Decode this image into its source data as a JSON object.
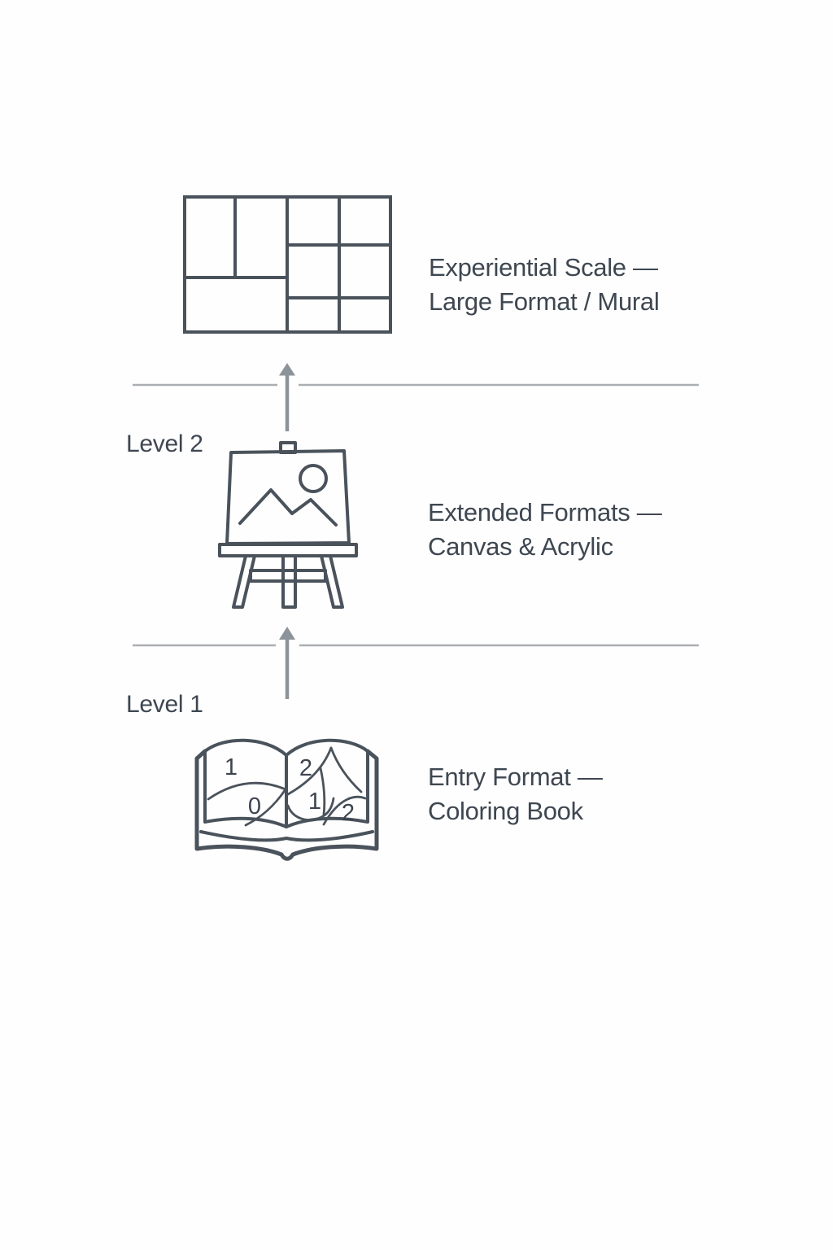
{
  "diagram": {
    "background": "#fefefe",
    "colors": {
      "icon_stroke": "#4a525b",
      "caption_text": "#3e4751",
      "arrow": "#8d939b",
      "divider_line": "#abaeb3"
    },
    "levels": [
      {
        "icon": "mural-grid-icon",
        "caption_line1": "Experiential Scale —",
        "caption_line2": "Large Format / Mural"
      },
      {
        "level_label": "Level 2",
        "icon": "easel-icon",
        "caption_line1": "Extended Formats —",
        "caption_line2": "Canvas & Acrylic"
      },
      {
        "level_label": "Level 1",
        "icon": "coloring-book-icon",
        "caption_line1": "Entry Format —",
        "caption_line2": "Coloring Book"
      }
    ],
    "coloring_book": {
      "left_page_numbers": [
        "1",
        "0"
      ],
      "right_page_numbers": [
        "2",
        "1",
        "2"
      ]
    }
  }
}
